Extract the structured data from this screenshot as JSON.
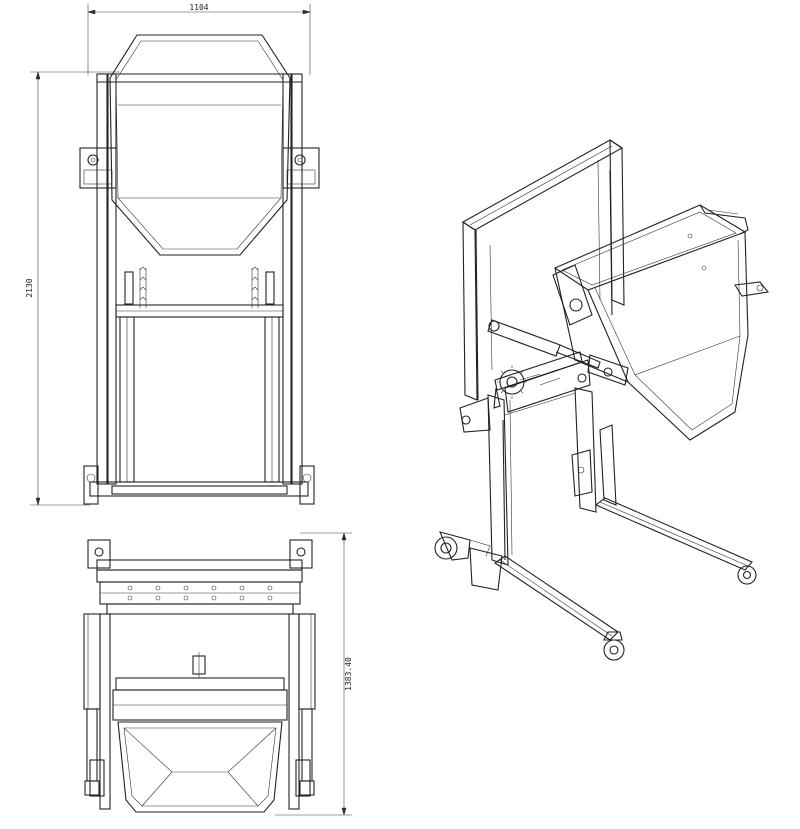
{
  "dimensions": {
    "width_label": "1104",
    "height_label": "2130",
    "depth_label": "1383.40"
  },
  "colors": {
    "line": "#222222",
    "background": "#ffffff"
  }
}
